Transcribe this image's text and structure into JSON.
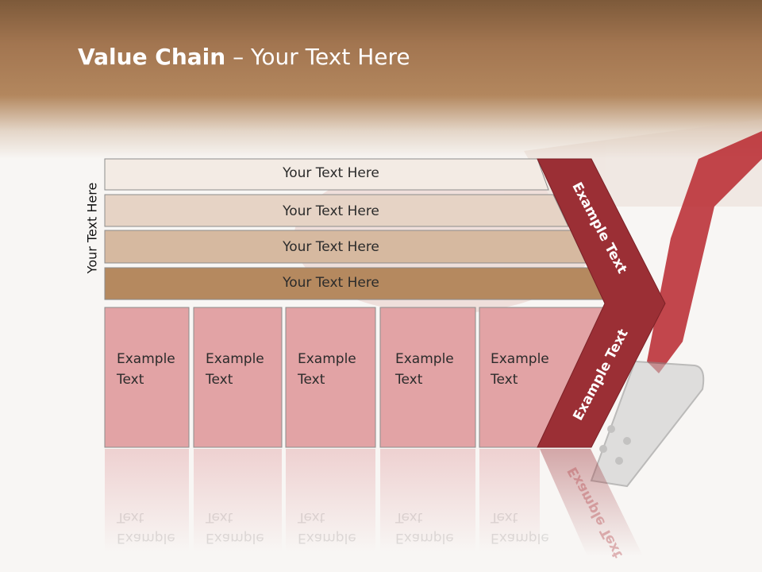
{
  "slide": {
    "title_bold": "Value Chain",
    "title_rest": " – Your Text Here",
    "side_label": "Your Text Here"
  },
  "rows": [
    {
      "label": "Your Text Here",
      "color": "#f3ebe4"
    },
    {
      "label": "Your Text Here",
      "color": "#e6d3c5"
    },
    {
      "label": "Your Text Here",
      "color": "#d6b9a0"
    },
    {
      "label": "Your Text Here",
      "color": "#b5895f"
    }
  ],
  "boxes": [
    {
      "line1": "Example",
      "line2": "Text"
    },
    {
      "line1": "Example",
      "line2": "Text"
    },
    {
      "line1": "Example",
      "line2": "Text"
    },
    {
      "line1": "Example",
      "line2": "Text"
    },
    {
      "line1": "Example",
      "line2": "Text"
    }
  ],
  "chevron": {
    "upper_label": "Example Text",
    "lower_label": "Example Text",
    "color": "#9b2f35"
  },
  "colors": {
    "box_fill": "#e2a3a5",
    "header_brown": "#a27550"
  }
}
